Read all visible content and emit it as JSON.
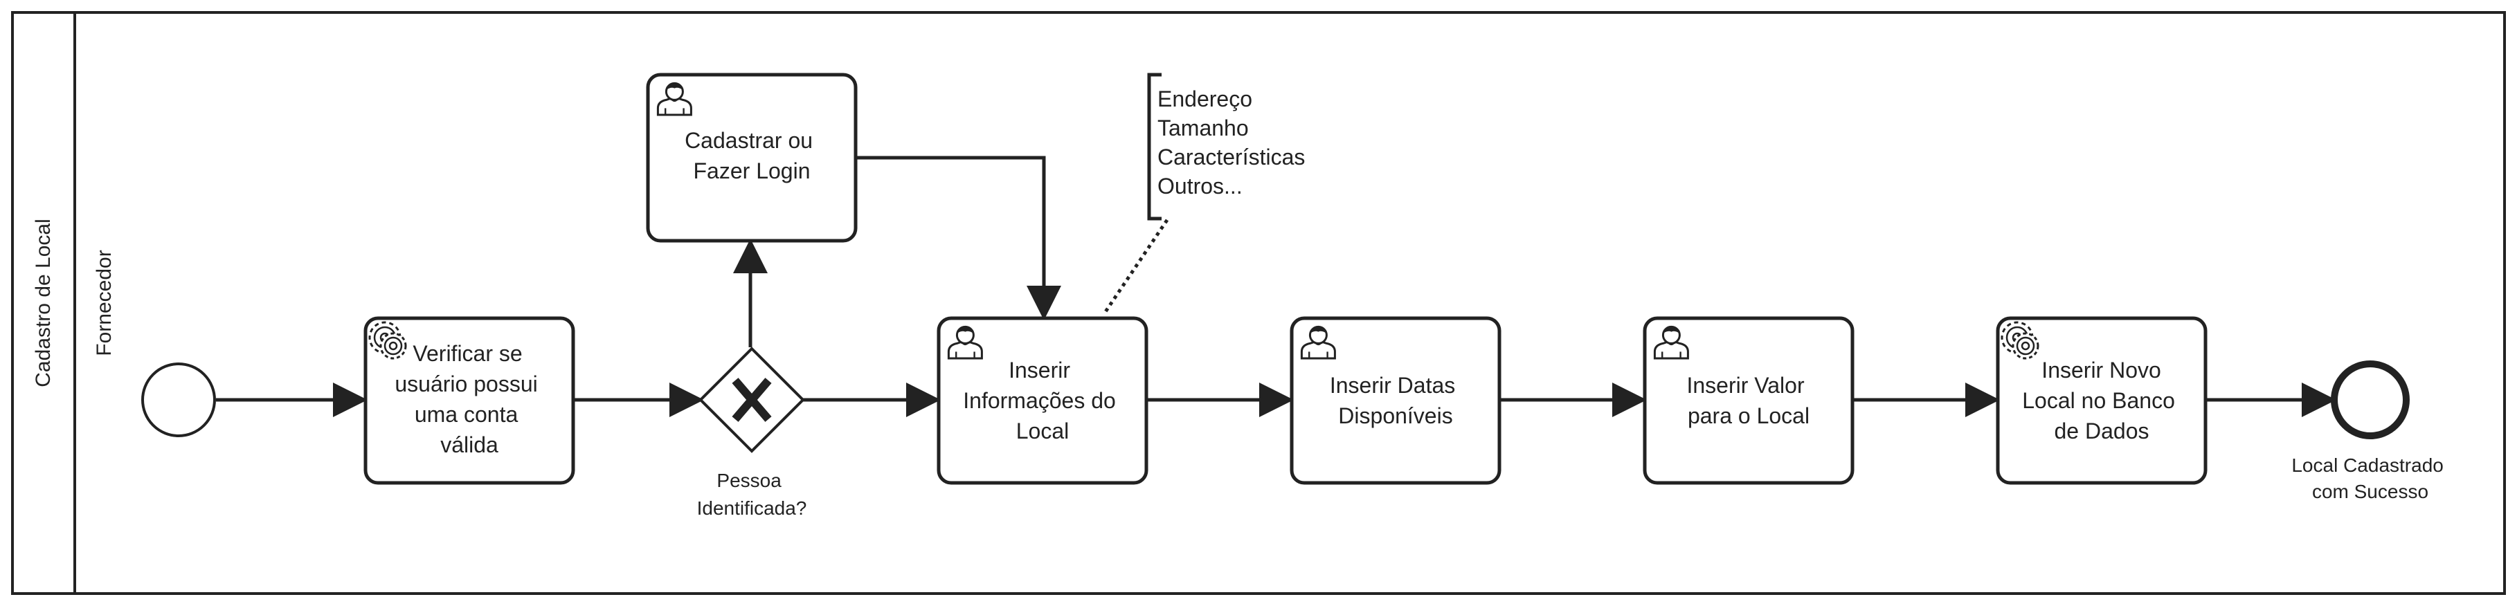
{
  "pool": {
    "label": "Cadastro de Local"
  },
  "lane": {
    "label": "Fornecedor"
  },
  "tasks": {
    "verify": {
      "lines": [
        "Verificar se",
        "usuário possui",
        "uma conta",
        "válida"
      ],
      "type": "service"
    },
    "login": {
      "lines": [
        "Cadastrar ou",
        "Fazer Login"
      ],
      "type": "user"
    },
    "info": {
      "lines": [
        "Inserir",
        "Informações do",
        "Local"
      ],
      "type": "user"
    },
    "dates": {
      "lines": [
        "Inserir Datas",
        "Disponíveis"
      ],
      "type": "user"
    },
    "value": {
      "lines": [
        "Inserir Valor",
        "para o Local"
      ],
      "type": "user"
    },
    "insert": {
      "lines": [
        "Inserir Novo",
        "Local no Banco",
        "de Dados"
      ],
      "type": "service"
    }
  },
  "gateway": {
    "type": "exclusive",
    "lines": [
      "Pessoa",
      "Identificada?"
    ]
  },
  "annotation": {
    "lines": [
      "Endereço",
      "Tamanho",
      "Características",
      "Outros..."
    ]
  },
  "end_event": {
    "lines": [
      "Local Cadastrado",
      "com Sucesso"
    ]
  },
  "colors": {
    "stroke": "#222222",
    "fill": "#ffffff"
  }
}
